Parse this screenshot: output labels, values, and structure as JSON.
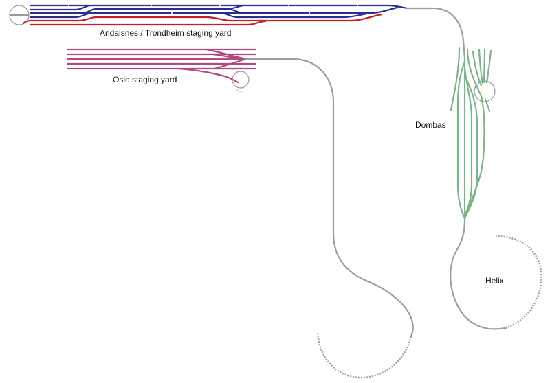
{
  "labels": {
    "andalsnes_yard": "Andalsnes / Trondheim staging yard",
    "oslo_yard": "Oslo staging yard",
    "dombas": "Dombas",
    "helix": "Helix"
  },
  "colors": {
    "blue": "#2a2e93",
    "red": "#c51d24",
    "pink": "#b34a7e",
    "green": "#7db48a",
    "grey": "#9d9d9d"
  }
}
